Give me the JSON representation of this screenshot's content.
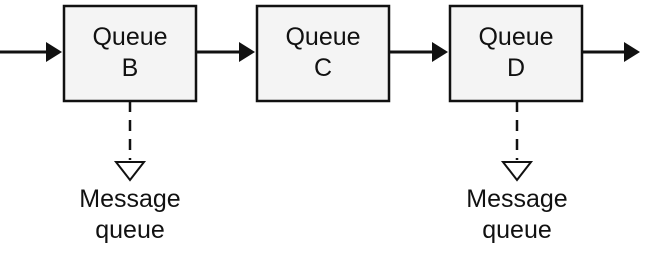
{
  "queues": [
    {
      "line1": "Queue",
      "line2": "B"
    },
    {
      "line1": "Queue",
      "line2": "C"
    },
    {
      "line1": "Queue",
      "line2": "D"
    }
  ],
  "message_queues": [
    {
      "line1": "Message",
      "line2": "queue"
    },
    {
      "line1": "Message",
      "line2": "queue"
    }
  ],
  "colors": {
    "line": "#111111",
    "box_fill": "#f4f4f4",
    "text": "#111111"
  }
}
